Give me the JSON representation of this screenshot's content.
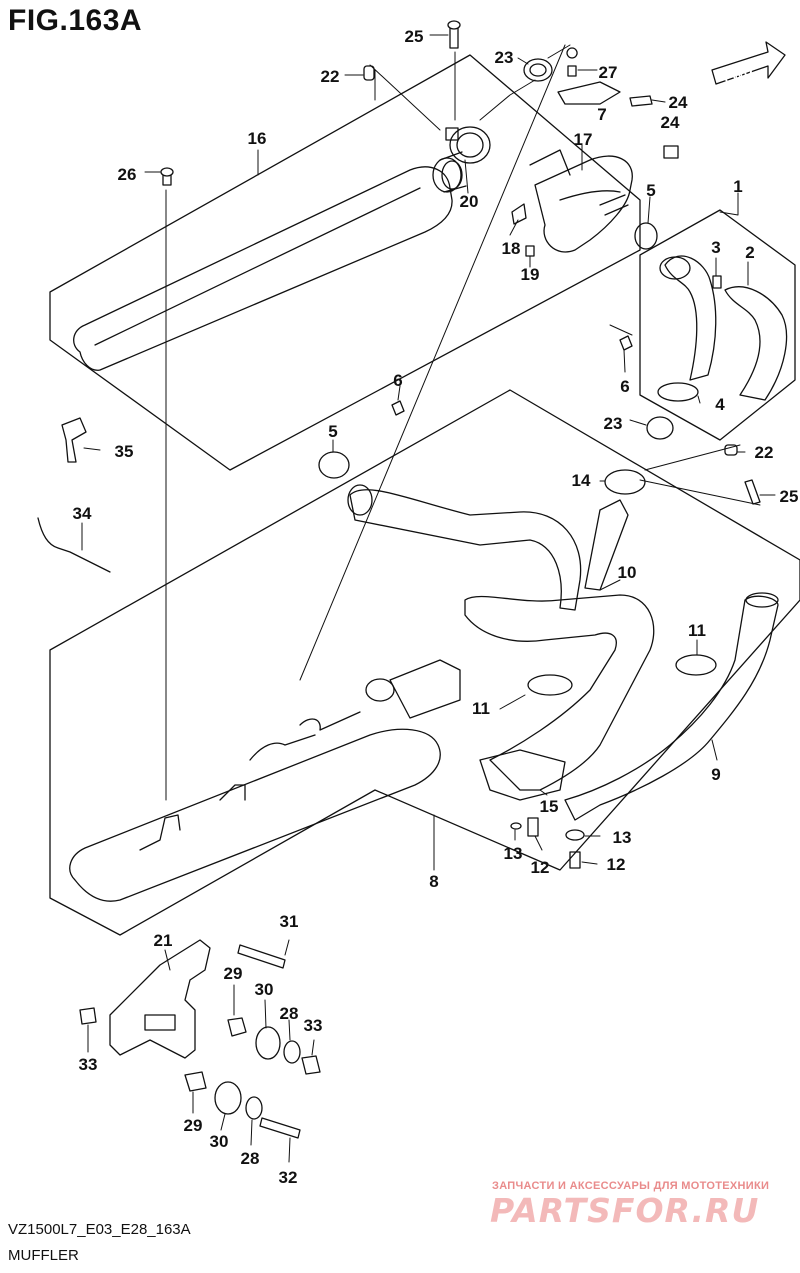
{
  "figure": {
    "title": "FIG.163A",
    "code": "VZ1500L7_E03_E28_163A",
    "caption": "MUFFLER",
    "fwd": "FWD"
  },
  "watermark": {
    "subtitle": "ЗАПЧАСТИ И АКСЕССУАРЫ ДЛЯ МОТОТЕХНИКИ",
    "logo": "PARTSFOR.RU"
  },
  "callouts": [
    "25",
    "23",
    "27",
    "22",
    "24",
    "24",
    "16",
    "17",
    "7",
    "26",
    "20",
    "5",
    "1",
    "18",
    "3",
    "2",
    "19",
    "6",
    "6",
    "4",
    "5",
    "23",
    "22",
    "35",
    "14",
    "25",
    "34",
    "10",
    "11",
    "11",
    "9",
    "15",
    "13",
    "13",
    "12",
    "12",
    "8",
    "31",
    "21",
    "29",
    "30",
    "28",
    "33",
    "33",
    "29",
    "30",
    "28",
    "32"
  ]
}
